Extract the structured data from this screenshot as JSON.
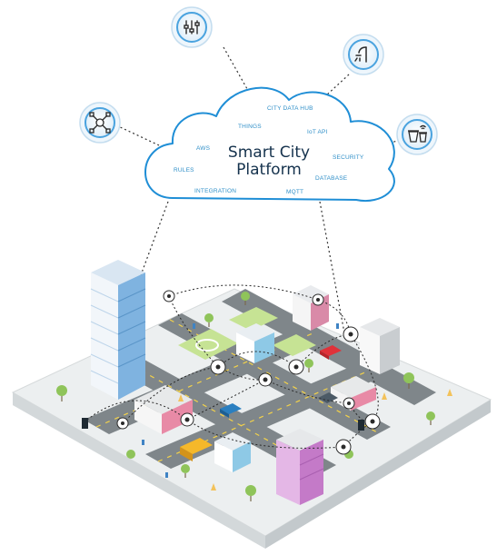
{
  "cloud": {
    "title_line1": "Smart City",
    "title_line2": "Platform",
    "keywords": {
      "city_data_hub": "CITY DATA HUB",
      "things": "THINGS",
      "iot_api": "IoT API",
      "aws": "AWS",
      "security": "SECURITY",
      "rules": "RULES",
      "database": "DATABASE",
      "integration": "INTEGRATION",
      "mqtt": "MQTT"
    }
  },
  "icons": {
    "top": "sensor-controls-icon",
    "left": "network-hub-icon",
    "right_top": "street-lamp-icon",
    "right_mid": "smart-waste-bin-icon"
  },
  "colors": {
    "cloud_stroke": "#1f8ed6",
    "icon_ring": "#4aa3df",
    "ground": "#e9eced",
    "road": "#7d8487",
    "grass": "#bfe08a",
    "tree": "#8fc45a",
    "car_red": "#e0323a",
    "car_blue": "#2a7fc0",
    "bus": "#f2a81d",
    "building_pink": "#d59ad8",
    "building_blue": "#6fa8dc"
  }
}
